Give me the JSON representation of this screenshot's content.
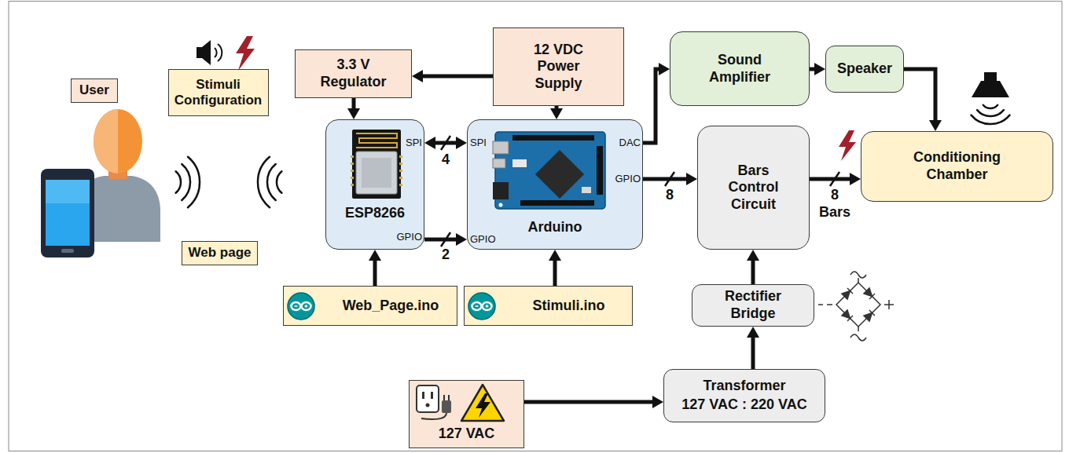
{
  "diagram": {
    "nodes": [
      {
        "text": [
          "User"
        ]
      },
      {
        "text": [
          "Stimuli Configuration"
        ]
      },
      {
        "text": [
          "Web page"
        ]
      },
      {
        "text": [
          "3.3 V Regulator"
        ]
      },
      {
        "text": [
          "12 VDC Power Supply"
        ]
      },
      {
        "text": [
          "ESP8266"
        ]
      },
      {
        "text": [
          "Arduino"
        ]
      },
      {
        "text": [
          "Web_Page.ino"
        ]
      },
      {
        "text": [
          "Stimuli.ino"
        ]
      },
      {
        "text": [
          "Sound Amplifier"
        ]
      },
      {
        "text": [
          "Speaker"
        ]
      },
      {
        "text": [
          "Bars Control Circuit"
        ]
      },
      {
        "text": [
          "Conditioning Chamber"
        ]
      },
      {
        "text": [
          "Rectifier Bridge"
        ]
      },
      {
        "text": [
          "127 VAC"
        ]
      },
      {
        "text": [
          "Transformer",
          "127 VAC : 220 VAC"
        ]
      }
    ],
    "edges": [
      {
        "from": 4,
        "to": 3,
        "arrow": "to"
      },
      {
        "from": 3,
        "to": 5,
        "arrow": "to"
      },
      {
        "from": 4,
        "to": 6,
        "arrow": "to"
      },
      {
        "from": 5,
        "to": 6,
        "label": "4",
        "arrow": "both"
      },
      {
        "from": 5,
        "to": 6,
        "label": "2",
        "arrow": "to"
      },
      {
        "from": 7,
        "to": 5,
        "arrow": "to"
      },
      {
        "from": 8,
        "to": 6,
        "arrow": "to"
      },
      {
        "from": 6,
        "to": 9,
        "arrow": "to"
      },
      {
        "from": 9,
        "to": 10,
        "arrow": "to"
      },
      {
        "from": 10,
        "to": 12,
        "arrow": "to"
      },
      {
        "from": 6,
        "to": 11,
        "label": "8",
        "arrow": "to"
      },
      {
        "from": 11,
        "to": 12,
        "label": "8 Bars",
        "arrow": "to"
      },
      {
        "from": 13,
        "to": 11,
        "arrow": "to"
      },
      {
        "from": 15,
        "to": 13,
        "arrow": "to"
      },
      {
        "from": 14,
        "to": 15,
        "arrow": "to"
      }
    ],
    "labels": [
      "SPI",
      "GPIO",
      "SPI",
      "DAC",
      "GPIO",
      "GPIO"
    ]
  }
}
